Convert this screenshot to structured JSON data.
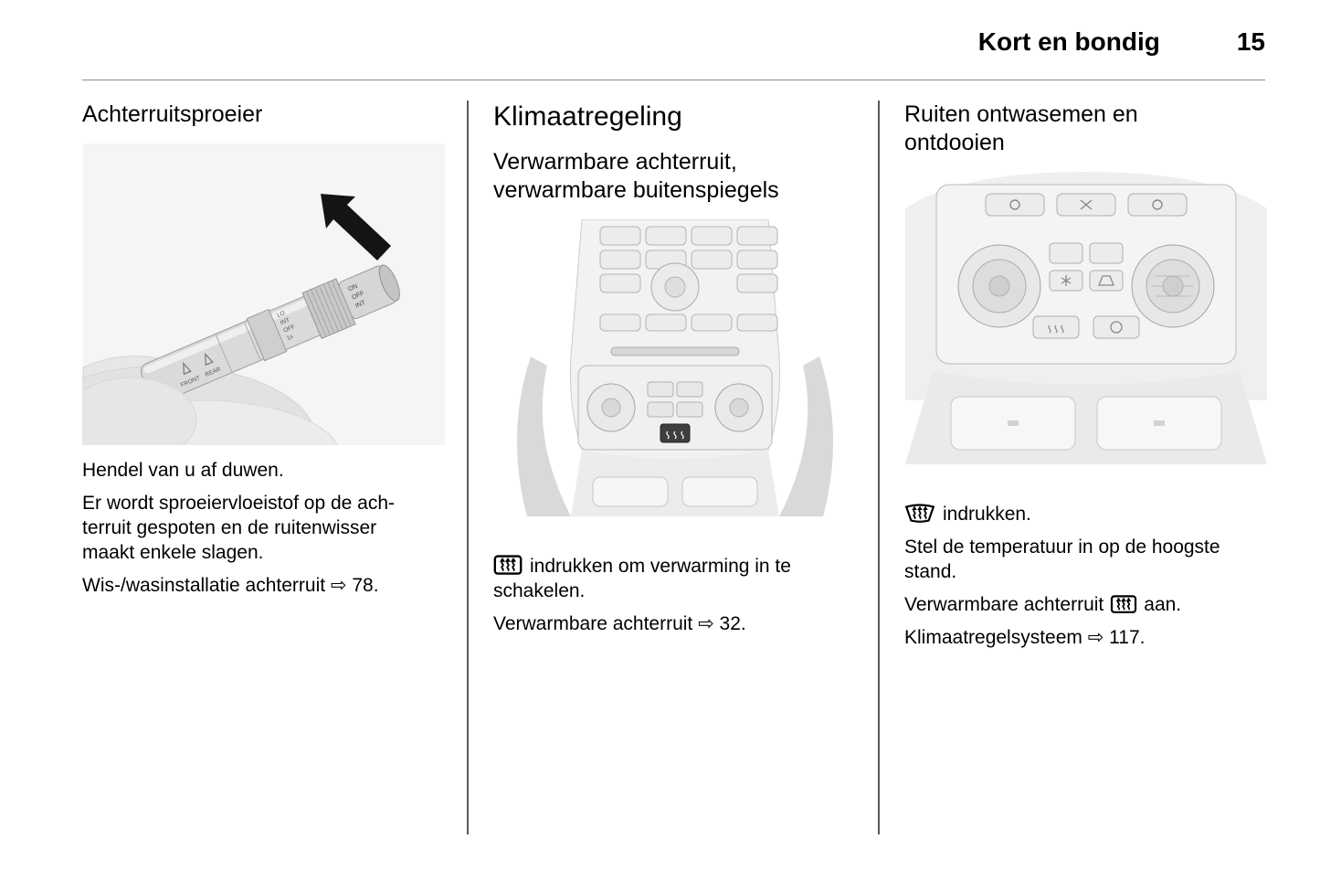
{
  "header": {
    "title": "Kort en bondig",
    "page_number": "15"
  },
  "icons": {
    "heated_rear_window": "heated-rear-window-icon",
    "windscreen_demist": "windscreen-demist-icon",
    "direction_arrow": "push-lever-arrow"
  },
  "washer": {
    "heading": "Achterruitsproeier",
    "stalk": {
      "front": "FRONT",
      "rear": "REAR",
      "lo": "LO",
      "int": "INT",
      "off": "OFF",
      "once": "1x",
      "cap_on": "ON",
      "cap_off": "OFF",
      "cap_int": "INT"
    },
    "p_push": "Hendel van u af duwen.",
    "p_action": "Er wordt sproeiervloeistof op de ach-\nterruit gespoten en de ruitenwisser\nmaakt enkele slagen.",
    "p_ref": "Wis-/wasinstallatie achterruit ⇨ 78."
  },
  "climate": {
    "heading": "Klimaatregeling",
    "subheading": "Verwarmbare achterruit,\nverwarmbare buitenspiegels",
    "p_press": "indrukken om verwarming in te\nschakelen.",
    "p_ref": "Verwarmbare achterruit ⇨ 32."
  },
  "demist": {
    "heading": "Ruiten ontwasemen en\nontdooien",
    "p_press": "indrukken.",
    "p_temp": "Stel de temperatuur in op de hoogste\nstand.",
    "p_rear_pre": "Verwarmbare achterruit",
    "p_rear_post": "aan.",
    "p_ref": "Klimaatregelsysteem ⇨ 117."
  }
}
